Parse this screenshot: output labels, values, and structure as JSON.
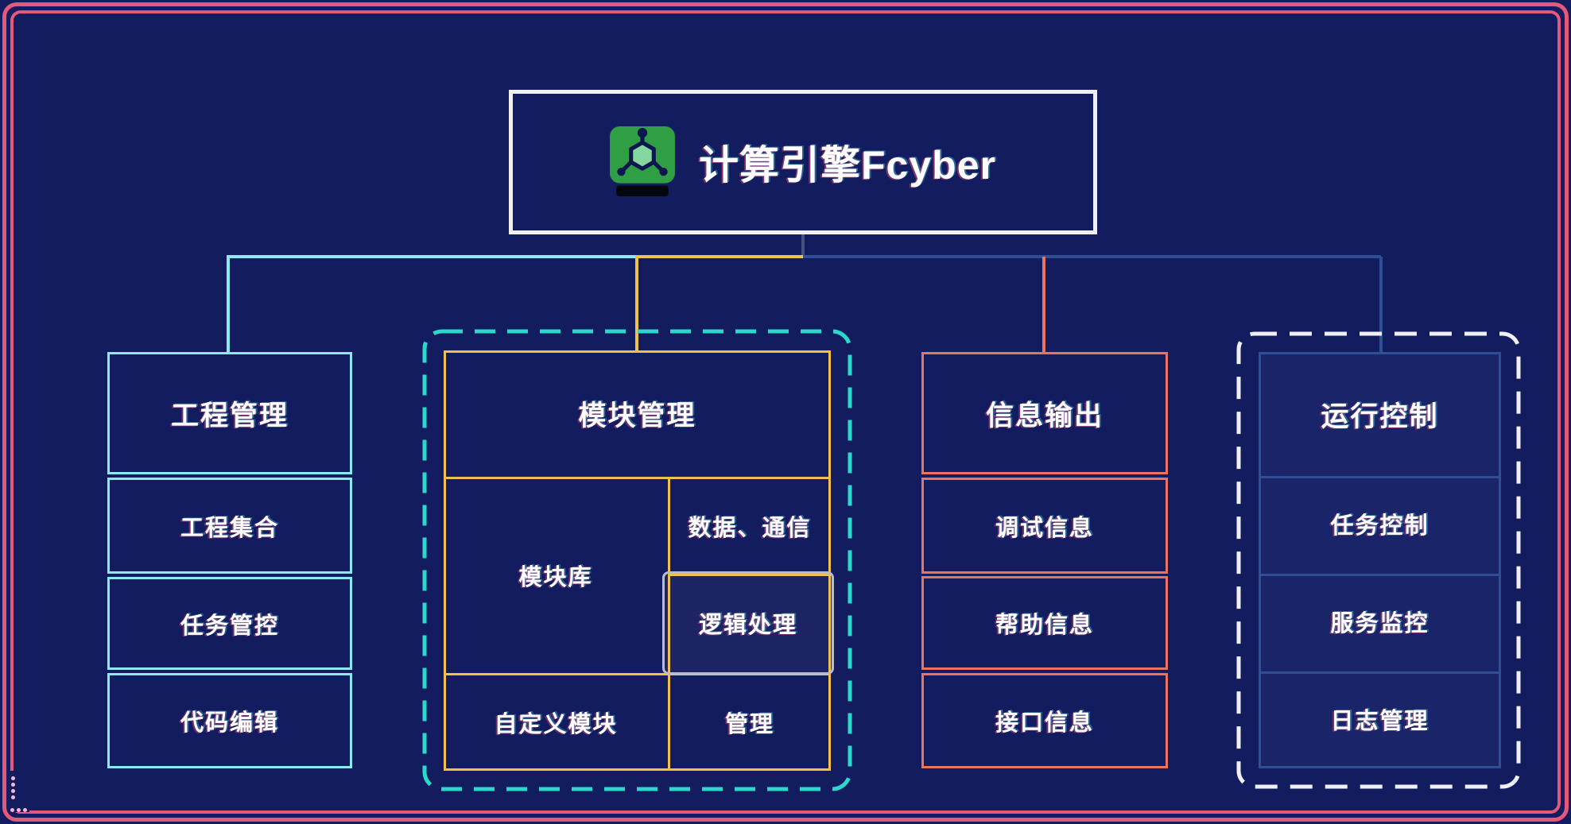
{
  "theme": {
    "bg": "#131c5e",
    "frame": "#e4587a",
    "frame-dot": "#f2b9d0",
    "cyan": "#8ce9f2",
    "teal": "#2bd8cc",
    "yellow": "#f2c14b",
    "salmon": "#e8745e",
    "steel": "#2e4f94",
    "slate": "#44517e",
    "white": "#eef0f6",
    "gray": "#b9bcc9",
    "green": "#2f9e44",
    "green-light": "#86d6a0",
    "ink": "#0d164f",
    "text": "#ffffff"
  },
  "title": {
    "text": "计算引擎Fcyber",
    "icon": "molecule-monitor-icon"
  },
  "columns": [
    {
      "title": "工程管理",
      "items": [
        "工程集合",
        "任务管控",
        "代码编辑"
      ]
    },
    {
      "title": "模块管理",
      "cells": {
        "library": "模块库",
        "data_comm": "数据、通信",
        "logic": "逻辑处理",
        "custom": "自定义模块",
        "manage": "管理"
      }
    },
    {
      "title": "信息输出",
      "items": [
        "调试信息",
        "帮助信息",
        "接口信息"
      ]
    },
    {
      "title": "运行控制",
      "items": [
        "任务控制",
        "服务监控",
        "日志管理"
      ]
    }
  ]
}
